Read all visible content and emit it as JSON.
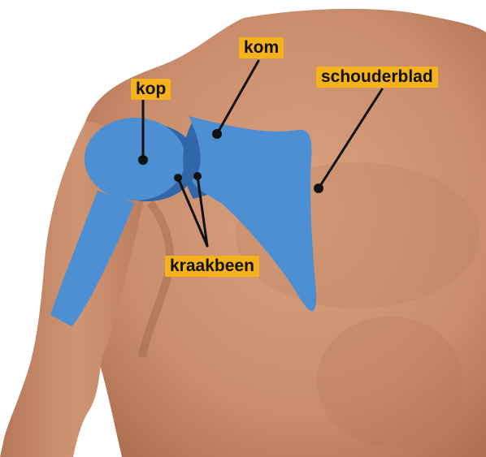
{
  "labels": {
    "kop": "kop",
    "kom": "kom",
    "schouderblad": "schouderblad",
    "kraakbeen": "kraakbeen"
  },
  "colors": {
    "bone": "#4d8fd3",
    "bone_shadow": "#2f67a8",
    "label_background": "#f5b21b",
    "label_text": "#111111",
    "skin": "#c98d6c"
  }
}
